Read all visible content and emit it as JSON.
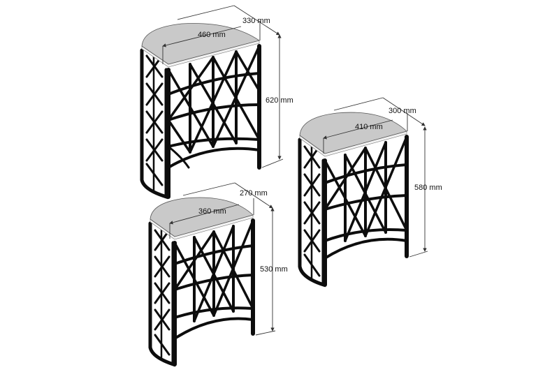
{
  "diagram": {
    "type": "product dimension drawing",
    "subject": "Set of 3 half-round nesting side tables with black geometric metal lattice frame and grey top",
    "background": "#ffffff",
    "colors": {
      "frame": "#0d0d0d",
      "top": "#c9c9c9",
      "dimension_line": "#333333"
    },
    "tables": [
      {
        "id": "large",
        "depth_label": "330 mm",
        "width_label": "460 mm",
        "height_label": "620 mm"
      },
      {
        "id": "medium",
        "depth_label": "300 mm",
        "width_label": "410 mm",
        "height_label": "580 mm"
      },
      {
        "id": "small",
        "depth_label": "270 mm",
        "width_label": "360 mm",
        "height_label": "530 mm"
      }
    ]
  }
}
